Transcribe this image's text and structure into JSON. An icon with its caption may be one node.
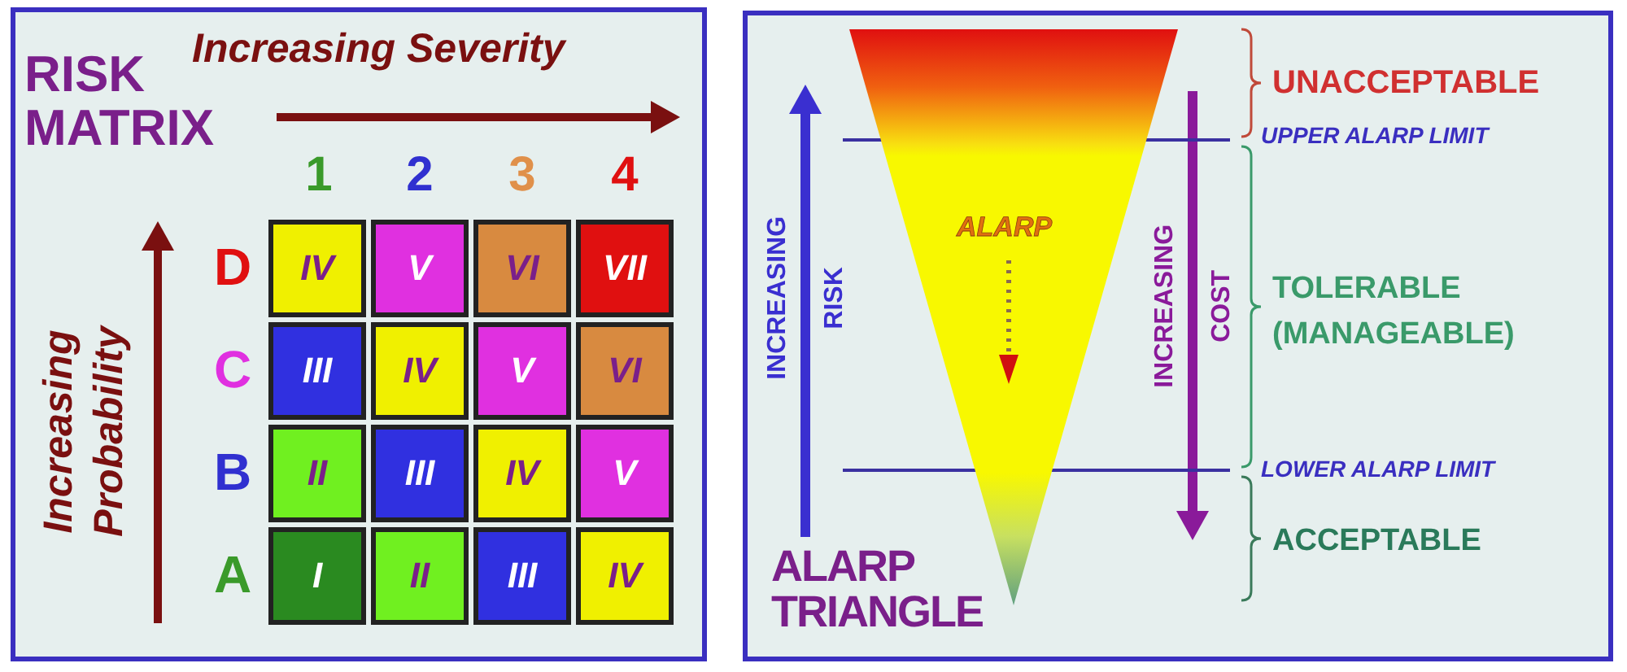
{
  "diagram": {
    "nodes": [
      {
        "text": [
          "IV"
        ]
      },
      {
        "text": [
          "V"
        ]
      },
      {
        "text": [
          "VI"
        ]
      },
      {
        "text": [
          "VII"
        ]
      },
      {
        "text": [
          "III"
        ]
      },
      {
        "text": [
          "IV"
        ]
      },
      {
        "text": [
          "V"
        ]
      },
      {
        "text": [
          "VI"
        ]
      },
      {
        "text": [
          "II"
        ]
      },
      {
        "text": [
          "III"
        ]
      },
      {
        "text": [
          "IV"
        ]
      },
      {
        "text": [
          "V"
        ]
      },
      {
        "text": [
          "I"
        ]
      },
      {
        "text": [
          "II"
        ]
      },
      {
        "text": [
          "III"
        ]
      },
      {
        "text": [
          "IV"
        ]
      },
      {
        "text": [
          "ALARP"
        ]
      }
    ],
    "labels": [
      "RISK MATRIX",
      "Increasing Severity",
      "1",
      "2",
      "3",
      "4",
      "Increasing Probability",
      "D",
      "C",
      "B",
      "A",
      "INCREASING RISK",
      "UNACCEPTABLE",
      "UPPER ALARP LIMIT",
      "INCREASING COST",
      "TOLERABLE (MANAGEABLE)",
      "LOWER ALARP LIMIT",
      "ACCEPTABLE",
      "ALARP TRIANGLE"
    ]
  }
}
